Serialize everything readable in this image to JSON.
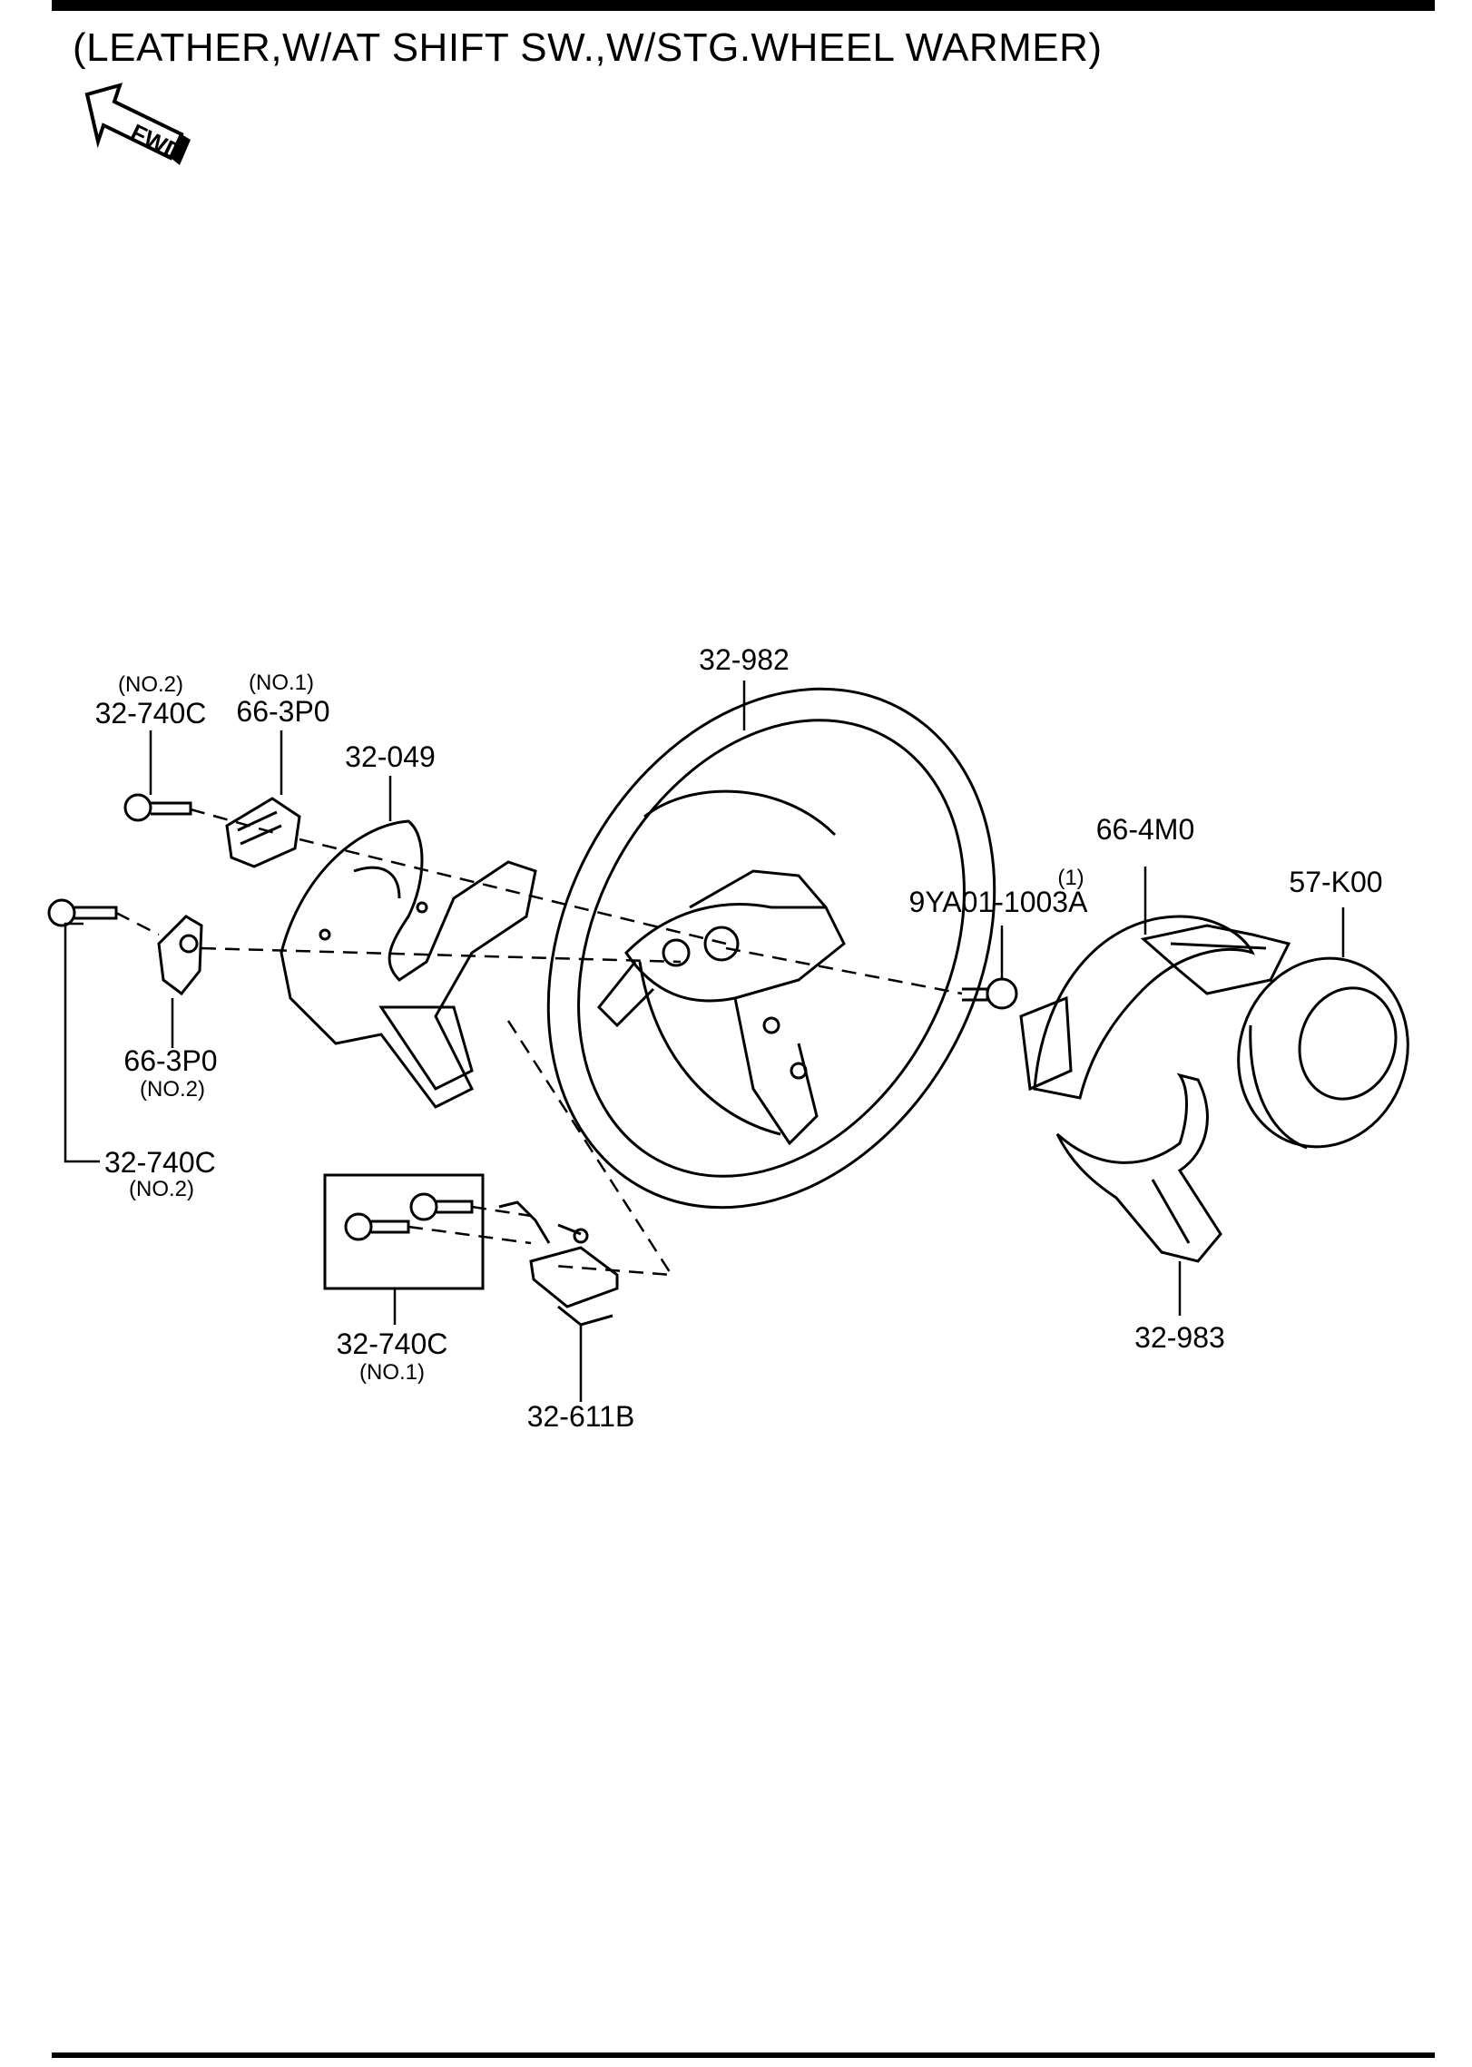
{
  "title": "(LEATHER,W/AT SHIFT SW.,W/STG.WHEEL WARMER)",
  "fwd_label": "FWD",
  "callouts": {
    "wheel": "32-982",
    "bolt_no2_top_note": "(NO.2)",
    "bolt_no2_top": "32-740C",
    "switch_no1_note": "(NO.1)",
    "switch_no1": "66-3P0",
    "bezel": "32-049",
    "switch_no2": "66-3P0",
    "switch_no2_note": "(NO.2)",
    "bolt_no2_lower": "32-740C",
    "bolt_no2_lower_note": "(NO.2)",
    "bolt_no1": "32-740C",
    "bolt_no1_note": "(NO.1)",
    "heater_unit": "32-611B",
    "clock_spring": "66-4M0",
    "bolt_qty": "(1)",
    "bolt_part": "9YA01-1003A",
    "airbag": "57-K00",
    "lower_cover": "32-983"
  }
}
